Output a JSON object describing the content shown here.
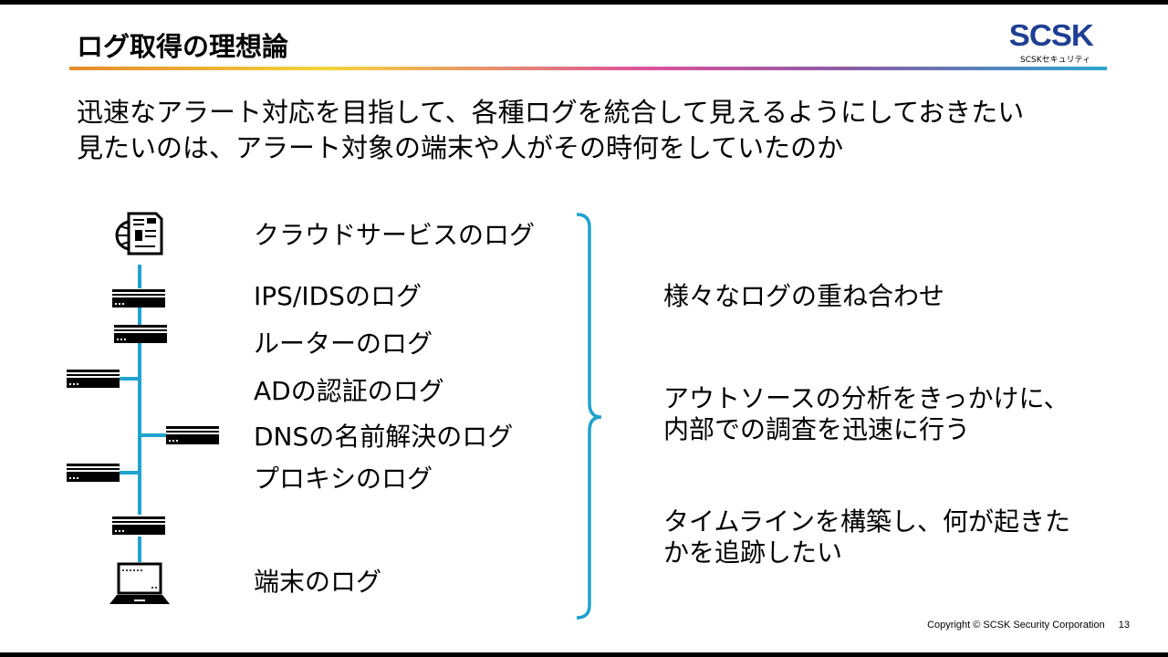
{
  "header": {
    "title": "ログ取得の理想論",
    "logo": "SCSK",
    "logo_sub": "SCSKセキュリティ"
  },
  "lead": [
    "迅速なアラート対応を目指して、各種ログを統合して見えるようにしておきたい",
    "見たいのは、アラート対象の端末や人がその時何をしていたのか"
  ],
  "logs": [
    "クラウドサービスのログ",
    "IPS/IDSのログ",
    "ルーターのログ",
    "ADの認証のログ",
    "DNSの名前解決のログ",
    "プロキシのログ",
    "端末のログ"
  ],
  "points": [
    [
      "様々なログの重ね合わせ"
    ],
    [
      "アウトソースの分析をきっかけに、",
      "内部での調査を迅速に行う"
    ],
    [
      "タイムラインを構築し、何が起きた",
      "かを追跡したい"
    ]
  ],
  "footer": {
    "copyright": "Copyright © SCSK Security Corporation",
    "page": "13"
  },
  "colors": {
    "accent": "#1fa3cf",
    "logo": "#1f3f93"
  }
}
